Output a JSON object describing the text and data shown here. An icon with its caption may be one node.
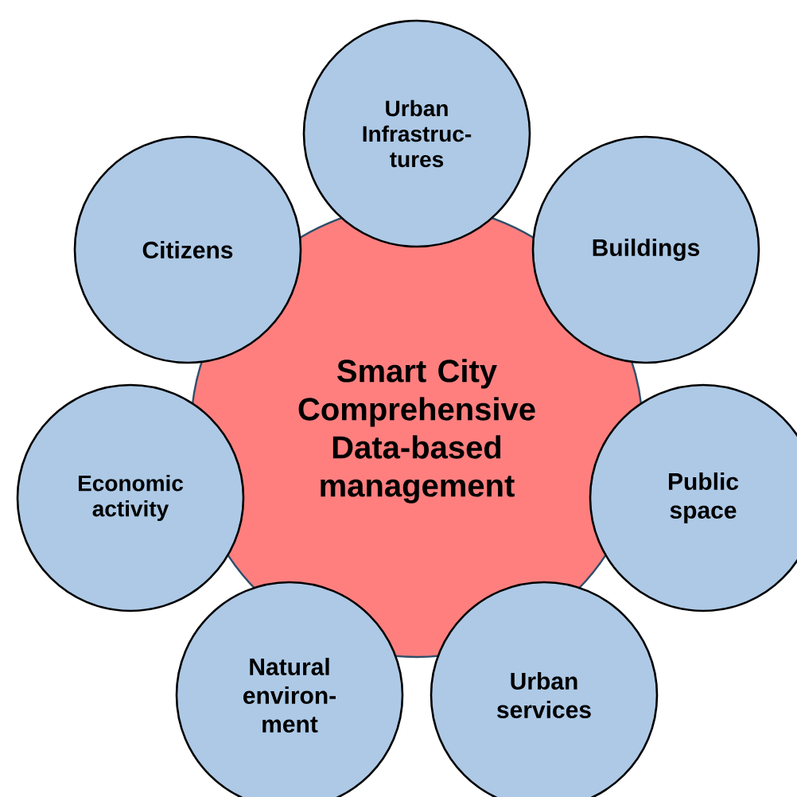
{
  "diagram": {
    "nodes": [
      {
        "text": [
          "Smart City Comprehensive Data-based management"
        ]
      },
      {
        "text": [
          "Urban Infrastruc-tures"
        ]
      },
      {
        "text": [
          "Citizens"
        ]
      },
      {
        "text": [
          "Buildings"
        ]
      },
      {
        "text": [
          "Economic activity"
        ]
      },
      {
        "text": [
          "Public space"
        ]
      },
      {
        "text": [
          "Natural environ-ment"
        ]
      },
      {
        "text": [
          "Urban services"
        ]
      }
    ]
  }
}
